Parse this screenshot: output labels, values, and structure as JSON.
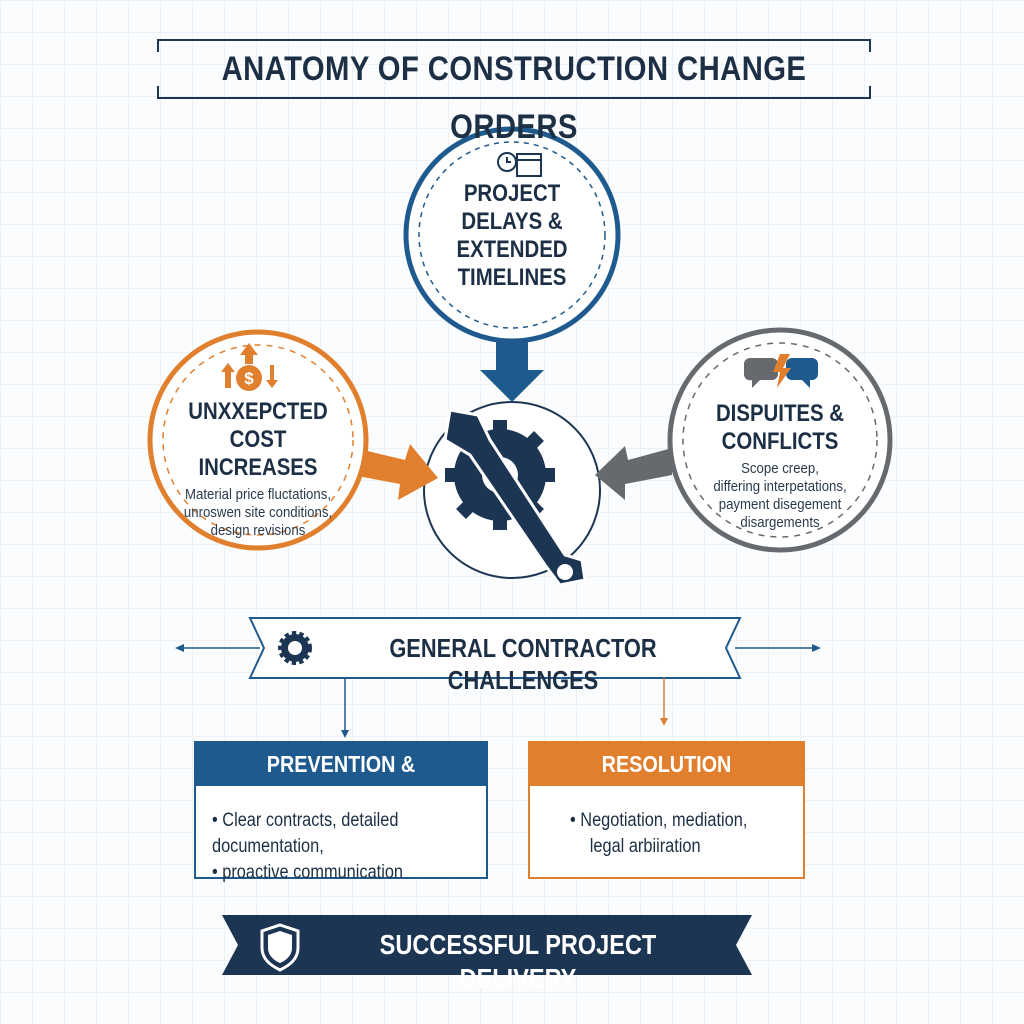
{
  "title": "ANATOMY OF CONSTRUCTION CHANGE ORDERS",
  "colors": {
    "navy": "#1c3553",
    "blue": "#1f5a8e",
    "orange": "#e07f2e",
    "gray": "#666a6e"
  },
  "top_circle": {
    "icon": "clock-calendar-icon",
    "heading": [
      "PROJECT",
      "DELAYS &",
      "EXTENDED",
      "TIMELINES"
    ]
  },
  "left_circle": {
    "icon": "dollar-arrows-icon",
    "heading": [
      "UNXXEPCTED COST",
      "INCREASES"
    ],
    "details": [
      "Material price fluctations,",
      "unroswen site conditions,",
      "design revisions"
    ]
  },
  "right_circle": {
    "icon": "speech-bubbles-conflict-icon",
    "heading": [
      "DISPUITES &",
      "CONFLICTS"
    ],
    "details": [
      "Scope creep,",
      "differing interpetations,",
      "payment disegement",
      "disargements"
    ]
  },
  "center": {
    "icon": "wrench-gear-icon"
  },
  "banner": {
    "icon": "gear-icon",
    "label": "GENERAL CONTRACTOR CHALLENGES"
  },
  "prevention": {
    "title": "PREVENTION & MITIGATION",
    "items": [
      "Clear contracts, detailed documentation,",
      "proactive communication"
    ]
  },
  "resolution": {
    "title": "RESOLUTION STRATEGIES",
    "items": [
      "Negotiation, mediation,",
      "legal arbiiration"
    ]
  },
  "footer": {
    "icon": "shield-icon",
    "label": "SUCCESSFUL PROJECT DELIVERY"
  }
}
